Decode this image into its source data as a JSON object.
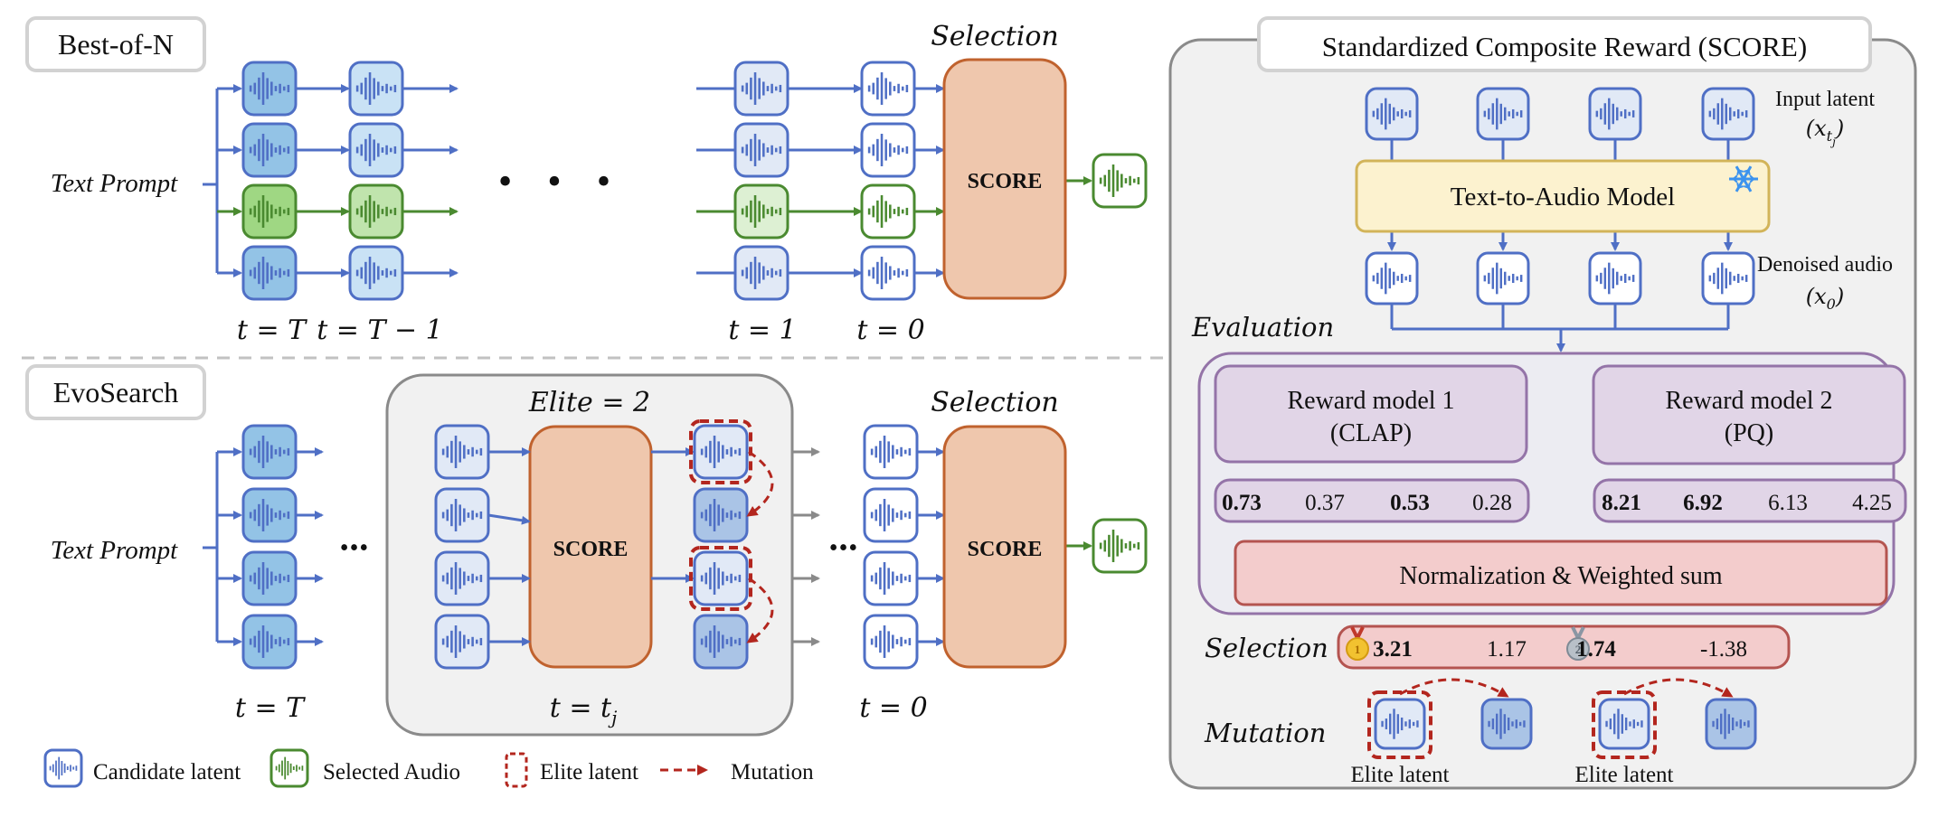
{
  "best_of_n": {
    "title": "Best-of-N",
    "prompt_label": "Text Prompt",
    "ellipsis": "• • •",
    "selection_label": "Selection",
    "score_label": "SCORE",
    "timesteps": [
      "t = T",
      "t = T − 1",
      "t = 1",
      "t = 0"
    ],
    "selected_row": 3
  },
  "evosearch": {
    "title": "EvoSearch",
    "prompt_label": "Text Prompt",
    "ellipsis": "•••",
    "elite_label": "Elite = 2",
    "elite_count": 2,
    "selection_label": "Selection",
    "score_label": "SCORE",
    "timesteps": [
      "t = T",
      "t = t",
      "t = 0"
    ],
    "tj_subscript": "j"
  },
  "legend": {
    "items": [
      {
        "icon": "candidate-latent-icon",
        "label": "Candidate latent"
      },
      {
        "icon": "selected-audio-icon",
        "label": "Selected Audio"
      },
      {
        "icon": "elite-latent-icon",
        "label": "Elite latent"
      },
      {
        "icon": "mutation-arrow-icon",
        "label": "Mutation"
      }
    ]
  },
  "score_panel": {
    "title": "Standardized Composite Reward (SCORE)",
    "input_label": "Input latent",
    "input_symbol": "(x",
    "input_sub": "t",
    "input_subsub": "j",
    "model_label": "Text-to-Audio Model",
    "denoised_label": "Denoised audio",
    "denoised_symbol": "(x",
    "denoised_sub": "0",
    "evaluation_label": "Evaluation",
    "reward_models": [
      {
        "line1": "Reward model 1",
        "line2": "(CLAP)",
        "scores": [
          {
            "value": "0.73",
            "bold": true
          },
          {
            "value": "0.37",
            "bold": false
          },
          {
            "value": "0.53",
            "bold": true
          },
          {
            "value": "0.28",
            "bold": false
          }
        ]
      },
      {
        "line1": "Reward model 2",
        "line2": "(PQ)",
        "scores": [
          {
            "value": "8.21",
            "bold": true
          },
          {
            "value": "6.92",
            "bold": true
          },
          {
            "value": "6.13",
            "bold": false
          },
          {
            "value": "4.25",
            "bold": false
          }
        ]
      }
    ],
    "normalization_label": "Normalization & Weighted sum",
    "selection_label": "Selection",
    "selection_scores": [
      {
        "value": "3.21",
        "bold": true,
        "medal": "gold-medal-icon",
        "rank": "1"
      },
      {
        "value": "1.17",
        "bold": false
      },
      {
        "value": "1.74",
        "bold": true,
        "medal": "silver-medal-icon",
        "rank": "2"
      },
      {
        "value": "-1.38",
        "bold": false
      }
    ],
    "mutation_label": "Mutation",
    "elite_caption": "Elite latent"
  },
  "colors": {
    "blue": "#4f6fc5",
    "blue_dark_fill": "#93c3e6",
    "blue_light_fill": "#c9e2f5",
    "blue_pale_fill": "#e1e9f6",
    "blue_mid_fill": "#aac4e6",
    "green": "#4a8a30",
    "green_fill": "#9fd783",
    "green_light_fill": "#c0e4ad",
    "green_pale_fill": "#ddf0d3",
    "score_fill": "#efc7ad",
    "score_stroke": "#c0622e",
    "elite_red": "#b3261e",
    "gray_arrow": "#8a8a8a",
    "panel_fill": "#f1f1f1",
    "panel_stroke": "#8a8a8a",
    "tta_fill": "#fcf2cf",
    "tta_stroke": "#d2b459",
    "purple_fill": "#e1d5e7",
    "purple_stroke": "#9474a8",
    "eval_fill": "#ececf2",
    "norm_fill": "#f3cccc",
    "norm_stroke": "#b45450",
    "snow": "#3c93ee"
  }
}
